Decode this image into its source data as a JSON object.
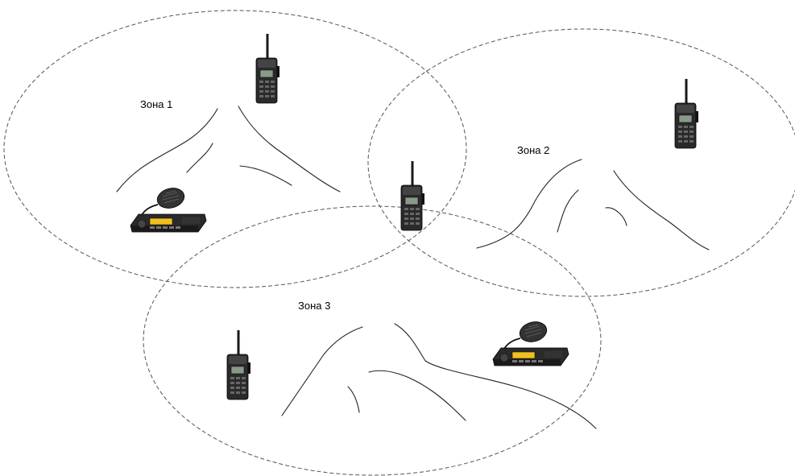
{
  "zones": [
    {
      "label": "Зона 1"
    },
    {
      "label": "Зона 2"
    },
    {
      "label": "Зона 3"
    }
  ],
  "icons": {
    "tower": "radio-tower-icon",
    "handheld": "handheld-radio-icon",
    "mobile": "mobile-radio-icon"
  },
  "colors": {
    "stroke": "#000000",
    "zone_boundary": "#555555",
    "radio_body": "#2a2a2a",
    "radio_display": "#f0c020"
  }
}
